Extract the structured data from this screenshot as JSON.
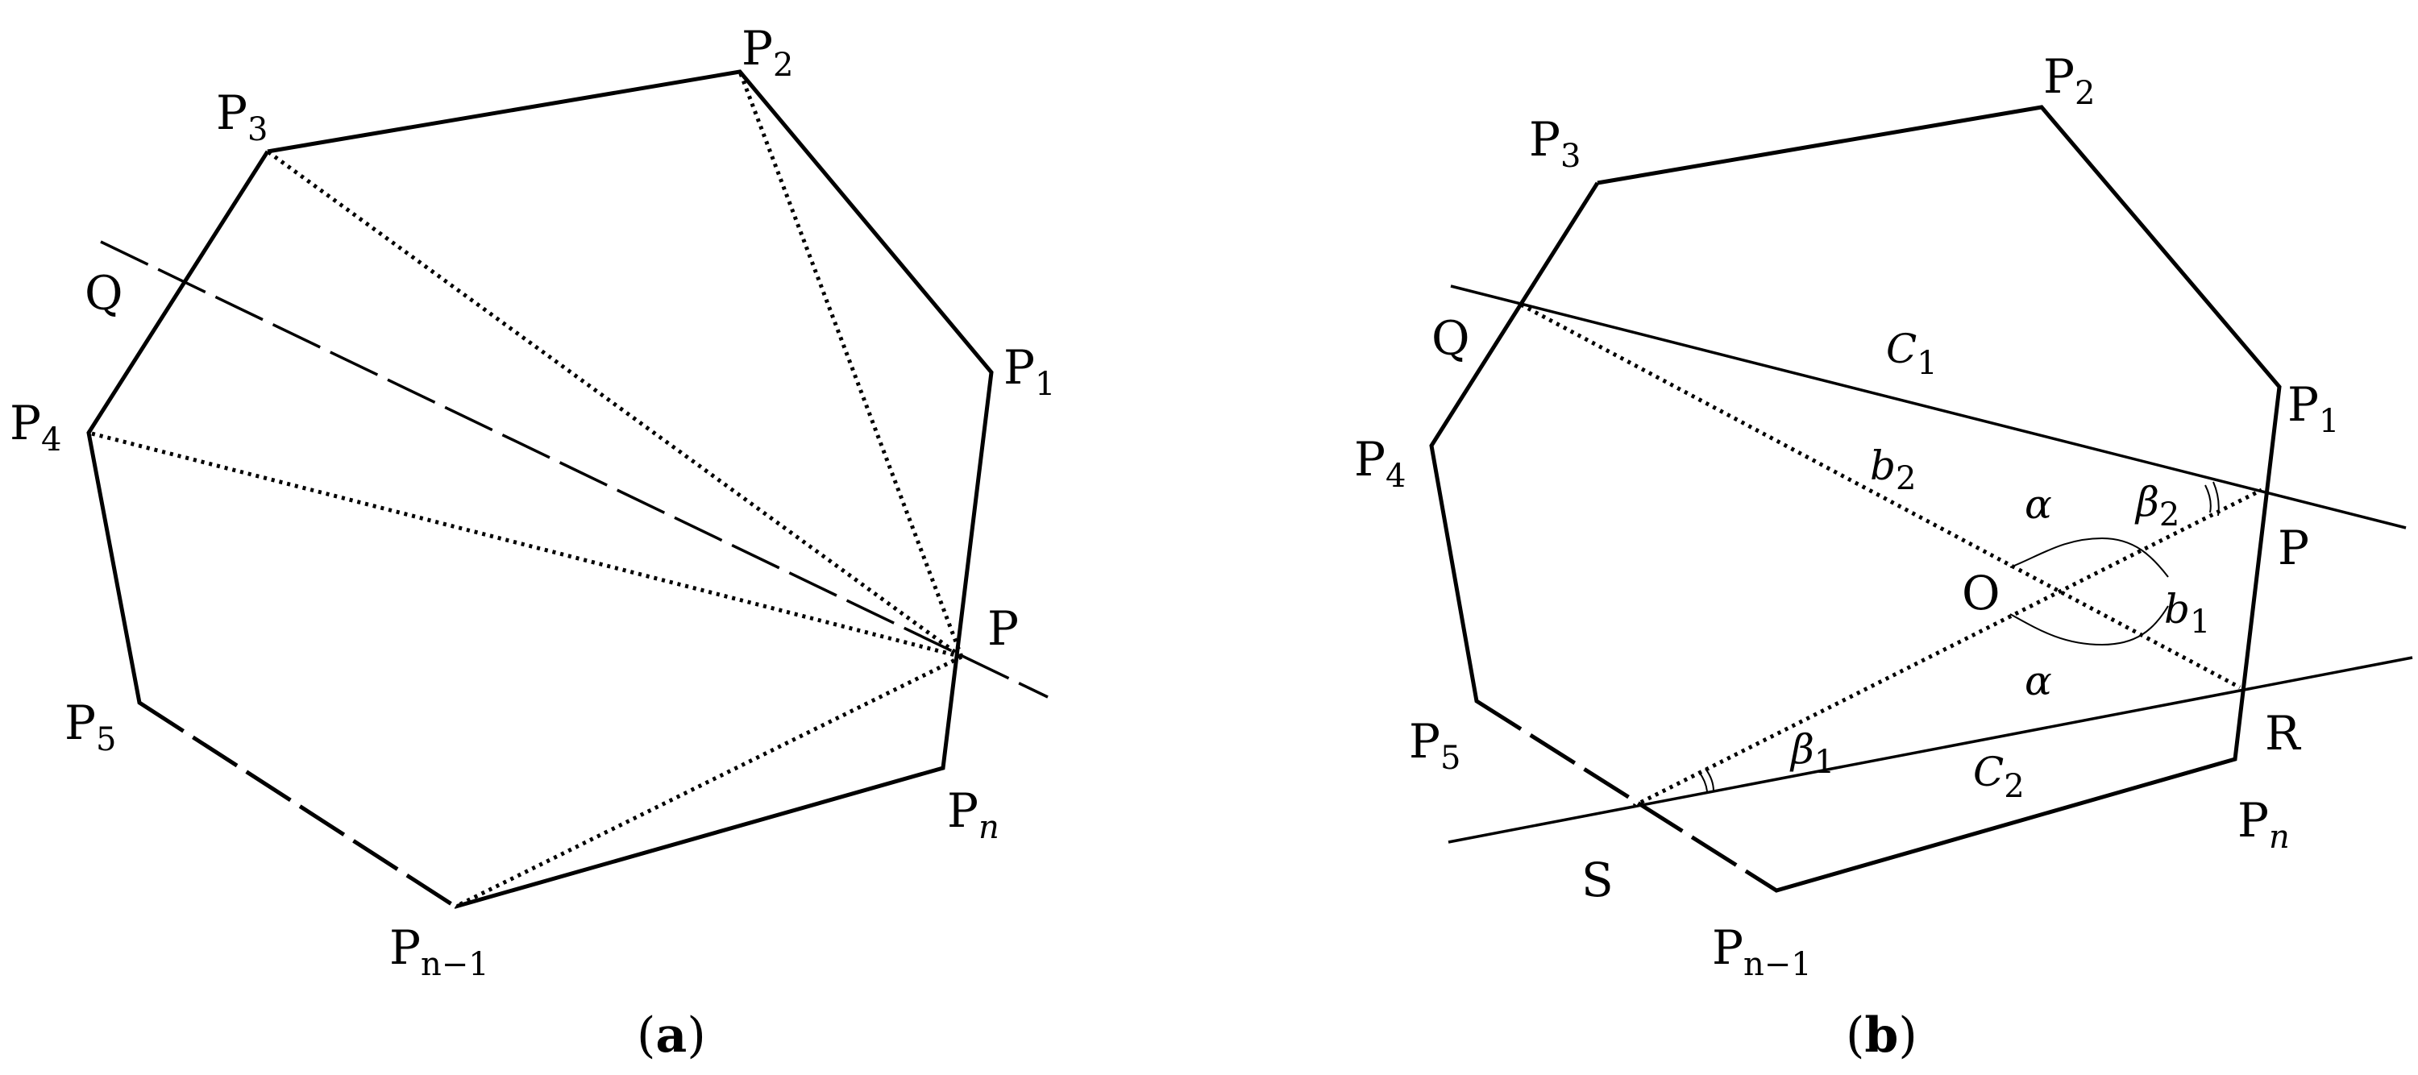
{
  "panel_a": {
    "caption": {
      "open": "(",
      "letter": "a",
      "close": ")"
    },
    "labels": {
      "p1": {
        "base": "P",
        "sub": "1"
      },
      "p2": {
        "base": "P",
        "sub": "2"
      },
      "p3": {
        "base": "P",
        "sub": "3"
      },
      "p4": {
        "base": "P",
        "sub": "4"
      },
      "p5": {
        "base": "P",
        "sub": "5"
      },
      "pn": {
        "base": "P",
        "sub": "n"
      },
      "pn1": {
        "base": "P",
        "sub": "n−1"
      },
      "p": "P",
      "q": "Q"
    }
  },
  "panel_b": {
    "caption": {
      "open": "(",
      "letter": "b",
      "close": ")"
    },
    "labels": {
      "p1": {
        "base": "P",
        "sub": "1"
      },
      "p2": {
        "base": "P",
        "sub": "2"
      },
      "p3": {
        "base": "P",
        "sub": "3"
      },
      "p4": {
        "base": "P",
        "sub": "4"
      },
      "p5": {
        "base": "P",
        "sub": "5"
      },
      "pn": {
        "base": "P",
        "sub": "n"
      },
      "pn1": {
        "base": "P",
        "sub": "n−1"
      },
      "p": "P",
      "q": "Q",
      "r": "R",
      "s": "S",
      "o": "O",
      "c1": {
        "base": "C",
        "sub": "1"
      },
      "c2": {
        "base": "C",
        "sub": "2"
      },
      "b1": {
        "base": "b",
        "sub": "1"
      },
      "b2": {
        "base": "b",
        "sub": "2"
      },
      "beta1": {
        "base": "β",
        "sub": "1"
      },
      "beta2": {
        "base": "β",
        "sub": "2"
      },
      "alpha_top": "α",
      "alpha_bottom": "α"
    }
  }
}
